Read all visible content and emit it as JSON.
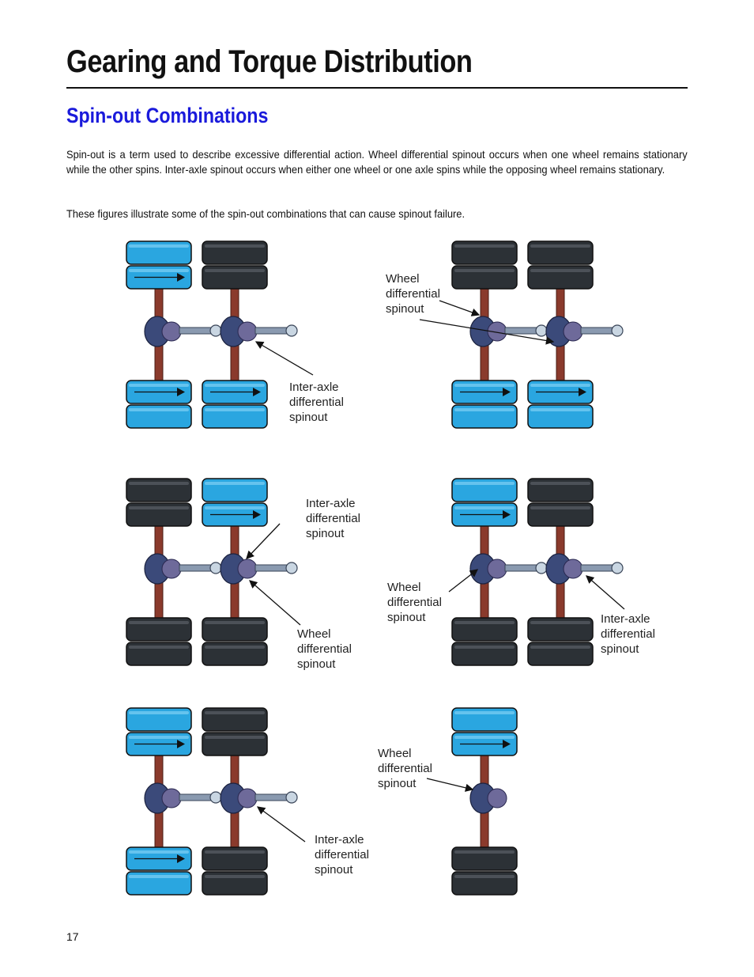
{
  "page": {
    "title": "Gearing and Torque Distribution",
    "subtitle": "Spin-out Combinations",
    "paragraph1": "Spin-out is a term used to describe excessive differential action. Wheel differential spinout occurs when one wheel remains stationary while the other spins. Inter-axle spinout occurs when either one wheel or one axle spins while the opposing wheel remains stationary.",
    "paragraph2": "These figures illustrate some of the spin-out combinations that can cause spinout failure.",
    "page_number": "17"
  },
  "labels": {
    "fig1_interaxle": "Inter-axle\ndifferential\nspinout",
    "fig2_wheel": "Wheel\ndifferential\nspinout",
    "fig3_interaxle": "Inter-axle\ndifferential\nspinout",
    "fig3_wheel": "Wheel\ndifferential\nspinout",
    "fig4_wheel": "Wheel\ndifferential\nspinout",
    "fig4_interaxle": "Inter-axle\ndifferential\nspinout",
    "fig5_interaxle": "Inter-axle\ndifferential\nspinout",
    "fig6_wheel": "Wheel\ndifferential\nspinout"
  },
  "colors": {
    "spinning_tire": "#2aa6e0",
    "stationary_tire": "#2c3136",
    "axle_housing": "#8a3a2c",
    "heading_blue": "#1a1adb"
  },
  "figures": [
    {
      "id": "fig1",
      "axles": 2,
      "spinning": [
        "a1t",
        "a1b",
        "a2b"
      ]
    },
    {
      "id": "fig2",
      "axles": 2,
      "spinning": [
        "a1b",
        "a2b"
      ]
    },
    {
      "id": "fig3",
      "axles": 2,
      "spinning": [
        "a2t"
      ]
    },
    {
      "id": "fig4",
      "axles": 2,
      "spinning": [
        "a1t"
      ]
    },
    {
      "id": "fig5",
      "axles": 2,
      "spinning": [
        "a1t",
        "a1b"
      ]
    },
    {
      "id": "fig6",
      "axles": 1,
      "spinning": [
        "a1t"
      ]
    }
  ]
}
